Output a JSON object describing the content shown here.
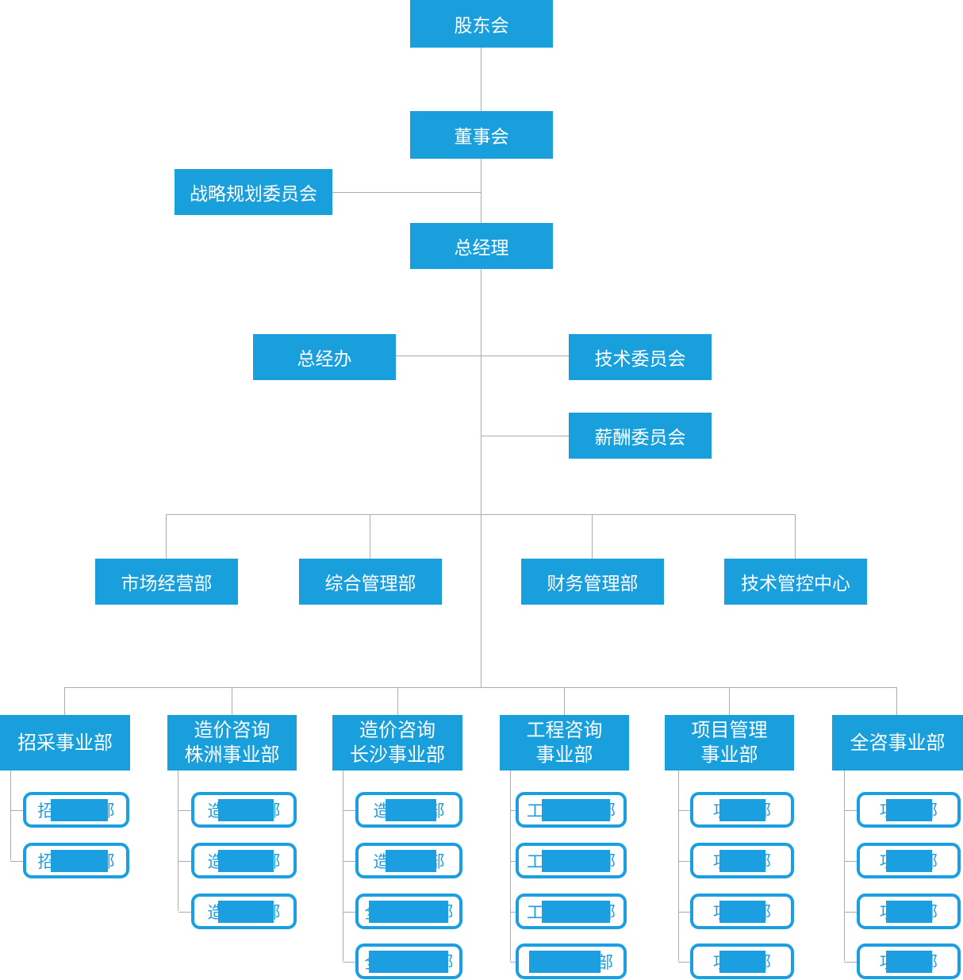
{
  "colors": {
    "box_fill": "#199FDB",
    "box_text": "#FFFFFF",
    "sub_border": "#1B9FE0",
    "sub_text": "#1B9FE0",
    "connector_gray": "#ACACAC",
    "background": "#FFFFFF"
  },
  "levels": {
    "shareholders": "股东会",
    "board": "董事会",
    "strategy_committee": "战略规划委员会",
    "general_manager": "总经理",
    "gm_office": "总经办",
    "tech_committee": "技术委员会",
    "compensation_committee": "薪酬委员会"
  },
  "departments": [
    {
      "label": "市场经营部"
    },
    {
      "label": "综合管理部"
    },
    {
      "label": "财务管理部"
    },
    {
      "label": "技术管控中心"
    }
  ],
  "divisions": [
    {
      "label": "招采事业部",
      "subs": [
        {
          "prefix": "招",
          "suffix": "部",
          "redacted": true
        },
        {
          "prefix": "招",
          "suffix": "部",
          "redacted": true
        }
      ]
    },
    {
      "label": "造价咨询\n株洲事业部",
      "subs": [
        {
          "prefix": "造",
          "suffix": "部",
          "redacted": true
        },
        {
          "prefix": "造",
          "suffix": "部",
          "redacted": true
        },
        {
          "prefix": "造",
          "suffix": "部",
          "redacted": true
        }
      ]
    },
    {
      "label": "造价咨询\n长沙事业部",
      "subs": [
        {
          "prefix": "造",
          "suffix": "部",
          "redacted": true
        },
        {
          "prefix": "造",
          "suffix": "部",
          "redacted": true
        },
        {
          "prefix": "全",
          "suffix": "部",
          "redacted": true
        },
        {
          "prefix": "全",
          "suffix": "部",
          "redacted": true
        }
      ]
    },
    {
      "label": "工程咨询\n事业部",
      "subs": [
        {
          "prefix": "工",
          "suffix": "部",
          "redacted": true
        },
        {
          "prefix": "工",
          "suffix": "部",
          "redacted": true
        },
        {
          "prefix": "工",
          "suffix": "部",
          "redacted": true
        },
        {
          "prefix": "",
          "suffix": "部",
          "redacted": true
        }
      ]
    },
    {
      "label": "项目管理\n事业部",
      "subs": [
        {
          "prefix": "项",
          "suffix": "部",
          "redacted": true
        },
        {
          "prefix": "项",
          "suffix": "部",
          "redacted": true
        },
        {
          "prefix": "项",
          "suffix": "部",
          "redacted": true
        },
        {
          "prefix": "项",
          "suffix": "部",
          "redacted": true
        }
      ]
    },
    {
      "label": "全咨事业部",
      "subs": [
        {
          "prefix": "项",
          "suffix": "部",
          "redacted": true
        },
        {
          "prefix": "项",
          "suffix": "部",
          "redacted": true
        },
        {
          "prefix": "项",
          "suffix": "部",
          "redacted": true
        },
        {
          "prefix": "项",
          "suffix": "部",
          "redacted": true
        }
      ]
    }
  ]
}
